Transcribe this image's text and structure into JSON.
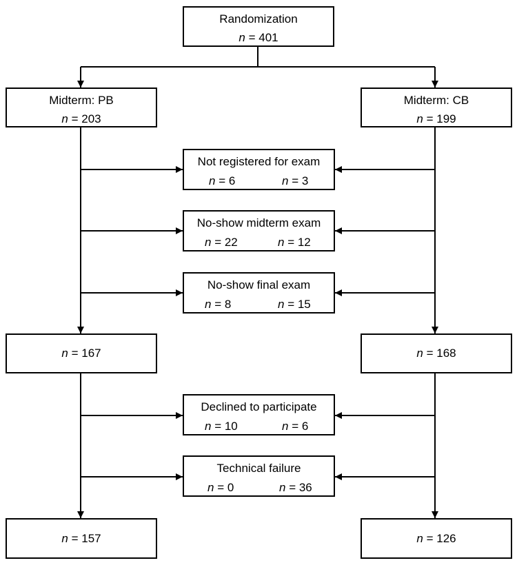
{
  "n_symbol": "n",
  "randomization": {
    "title": "Randomization",
    "count": "= 401"
  },
  "midterm_pb": {
    "title": "Midterm: PB",
    "count": "= 203"
  },
  "midterm_cb": {
    "title": "Midterm: CB",
    "count": "= 199"
  },
  "not_registered": {
    "title": "Not registered for exam",
    "left": "= 6",
    "right": "= 3"
  },
  "noshow_midterm": {
    "title": "No-show midterm exam",
    "left": "= 22",
    "right": "= 12"
  },
  "noshow_final": {
    "title": "No-show final exam",
    "left": "= 8",
    "right": "= 15"
  },
  "after_exam_pb": {
    "count": "= 167"
  },
  "after_exam_cb": {
    "count": "= 168"
  },
  "declined": {
    "title": "Declined to participate",
    "left": "= 10",
    "right": "= 6"
  },
  "technical": {
    "title": "Technical failure",
    "left": "= 0",
    "right": "= 36"
  },
  "final_pb": {
    "count": "= 157"
  },
  "final_cb": {
    "count": "= 126"
  }
}
